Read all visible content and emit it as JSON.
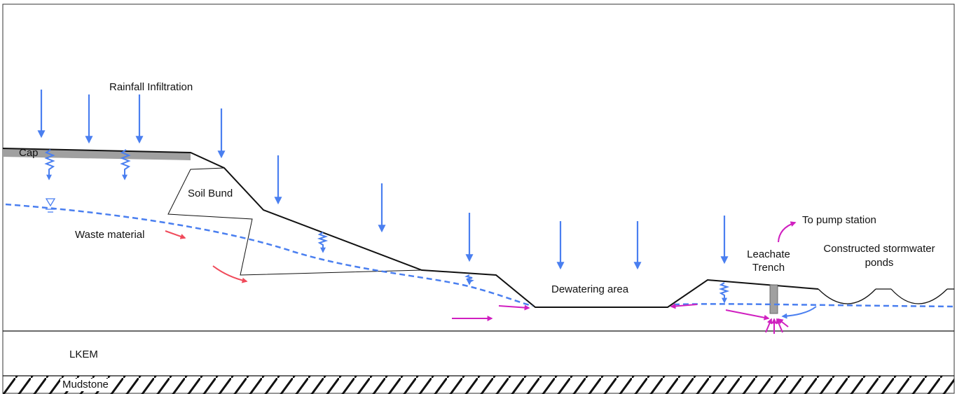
{
  "labels": {
    "rainfall": "Rainfall Infiltration",
    "cap": "Cap",
    "soil_bund": "Soil Bund",
    "waste_material": "Waste material",
    "dewatering_area": "Dewatering area",
    "to_pump_station": "To pump station",
    "leachate_trench_line1": "Leachate",
    "leachate_trench_line2": "Trench",
    "stormwater_line1": "Constructed stormwater",
    "stormwater_line2": "ponds",
    "lkem": "LKEM",
    "mudstone": "Mudstone"
  },
  "colors": {
    "rain": "#4a7ff0",
    "water_table": "#4a7ff0",
    "waste_flow": "#f04a5a",
    "leachate_flow": "#d01fc0",
    "cap": "#a0a0a0",
    "outline": "#111111"
  }
}
